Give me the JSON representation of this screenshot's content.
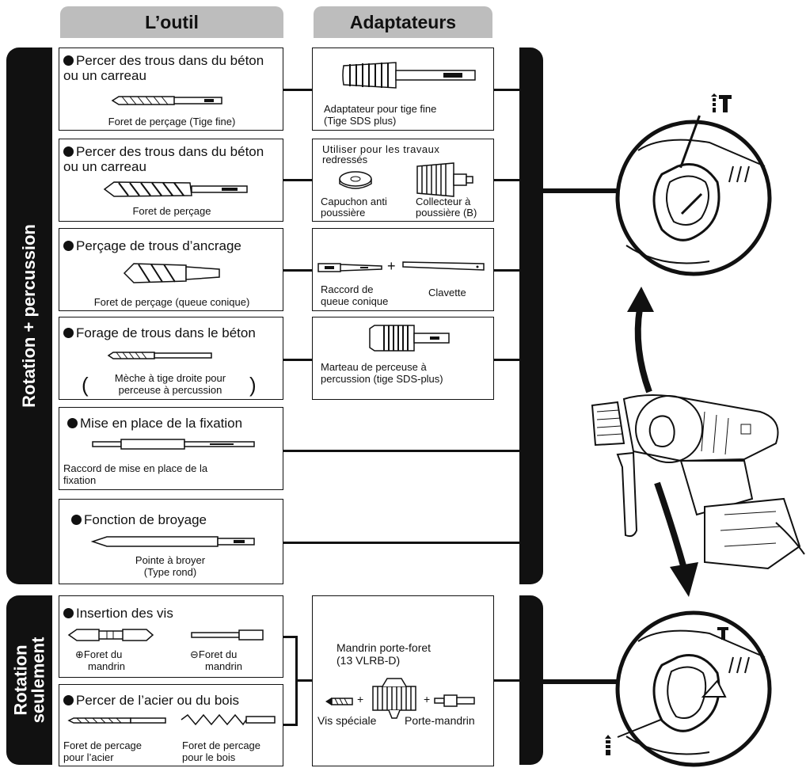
{
  "headers": {
    "tool": "L’outil",
    "adapters": "Adaptateurs"
  },
  "bands": {
    "rotation_percussion": "Rotation + percussion",
    "rotation_only_1": "Rotation",
    "rotation_only_2": "seulement"
  },
  "tools": [
    {
      "title_1": "Percer des trous dans du béton",
      "title_2": "ou un carreau",
      "caption_1": "Foret de perçage (Tige fine)"
    },
    {
      "title_1": "Percer des trous dans du béton",
      "title_2": "ou un carreau",
      "caption_1": "Foret de perçage"
    },
    {
      "title_1": "Perçage de trous d’ancrage",
      "caption_1": "Foret de perçage (queue conique)"
    },
    {
      "title_1": "Forage de trous dans le béton",
      "caption_1": "Mèche à tige droite pour",
      "caption_2": "perceuse à percussion"
    },
    {
      "title_1": "Mise en place de la fixation",
      "caption_1": "Raccord de mise en place de la",
      "caption_2": "fixation"
    },
    {
      "title_1": "Fonction de broyage",
      "caption_1": "Pointe à broyer",
      "caption_2": "(Type rond)"
    },
    {
      "title_1": "Insertion des vis",
      "caption_a1": "⊕Foret du",
      "caption_a2": "mandrin",
      "caption_b1": "⊖Foret du",
      "caption_b2": "mandrin"
    },
    {
      "title_1": "Percer de l’acier ou du bois",
      "caption_a1": "Foret de percage",
      "caption_a2": "pour l’acier",
      "caption_b1": "Foret de percage",
      "caption_b2": "pour le bois"
    }
  ],
  "adapters": [
    {
      "caption_1": "Adaptateur pour tige fine",
      "caption_2": "(Tige SDS plus)"
    },
    {
      "note_1": "Utiliser pour les travaux",
      "note_2": "redressés",
      "cap_a1": "Capuchon anti",
      "cap_a2": "poussière",
      "cap_b1": "Collecteur à",
      "cap_b2": "poussière (B)"
    },
    {
      "cap_a1": "Raccord de",
      "cap_a2": "queue conique",
      "plus": "+",
      "cap_b1": "Clavette"
    },
    {
      "caption_1": "Marteau de perceuse à",
      "caption_2": "percussion (tige SDS-plus)"
    },
    {
      "title_1": "Mandrin porte-foret",
      "title_2": "(13 VLRB-D)",
      "cap_a": "Vis spéciale",
      "cap_b": "Porte-mandrin",
      "plus": "+"
    }
  ],
  "icons": {
    "hammer_mode": "hammer-drill-symbol-icon",
    "rotation_mode": "drill-symbol-icon"
  }
}
